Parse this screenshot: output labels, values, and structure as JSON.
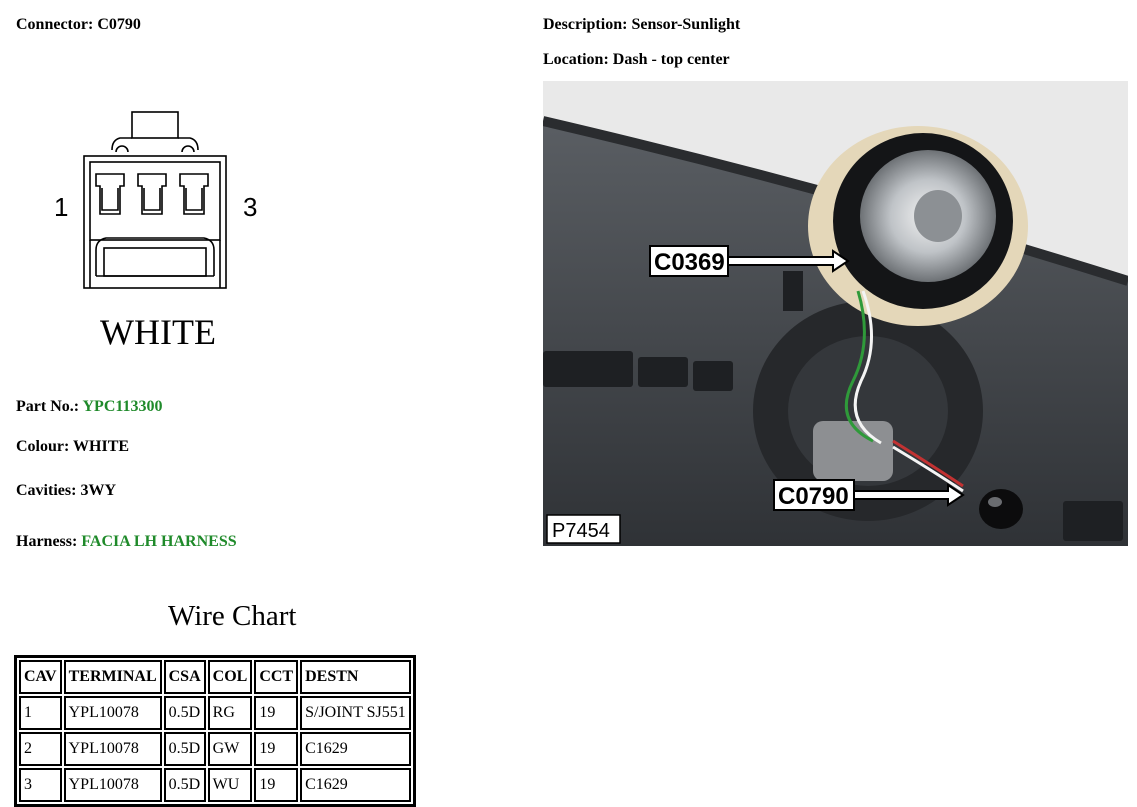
{
  "connector": {
    "label": "Connector:",
    "value": "C0790"
  },
  "description": {
    "label": "Description:",
    "value": "Sensor-Sunlight"
  },
  "location": {
    "label": "Location:",
    "value": "Dash - top center"
  },
  "diagram": {
    "pin_left": "1",
    "pin_right": "3",
    "colour_text": "WHITE"
  },
  "part_no": {
    "label": "Part No.:",
    "value": "YPC113300"
  },
  "colour": {
    "label": "Colour:",
    "value": "WHITE"
  },
  "cavities": {
    "label": "Cavities:",
    "value": "3WY"
  },
  "harness": {
    "label": "Harness:",
    "value": "FACIA LH HARNESS"
  },
  "wire_chart": {
    "title": "Wire Chart",
    "headers": [
      "CAV",
      "TERMINAL",
      "CSA",
      "COL",
      "CCT",
      "DESTN"
    ],
    "rows": [
      [
        "1",
        "YPL10078",
        "0.5D",
        "RG",
        "19",
        "S/JOINT SJ551"
      ],
      [
        "2",
        "YPL10078",
        "0.5D",
        "GW",
        "19",
        "C1629"
      ],
      [
        "3",
        "YPL10078",
        "0.5D",
        "WU",
        "19",
        "C1629"
      ]
    ]
  },
  "photo": {
    "callout_top": "C0369",
    "callout_bottom": "C0790",
    "ref": "P7454"
  },
  "colors": {
    "link_green": "#1f8a2a",
    "dash_grey": "#4a4d52",
    "headliner": "#e6e6e6"
  }
}
